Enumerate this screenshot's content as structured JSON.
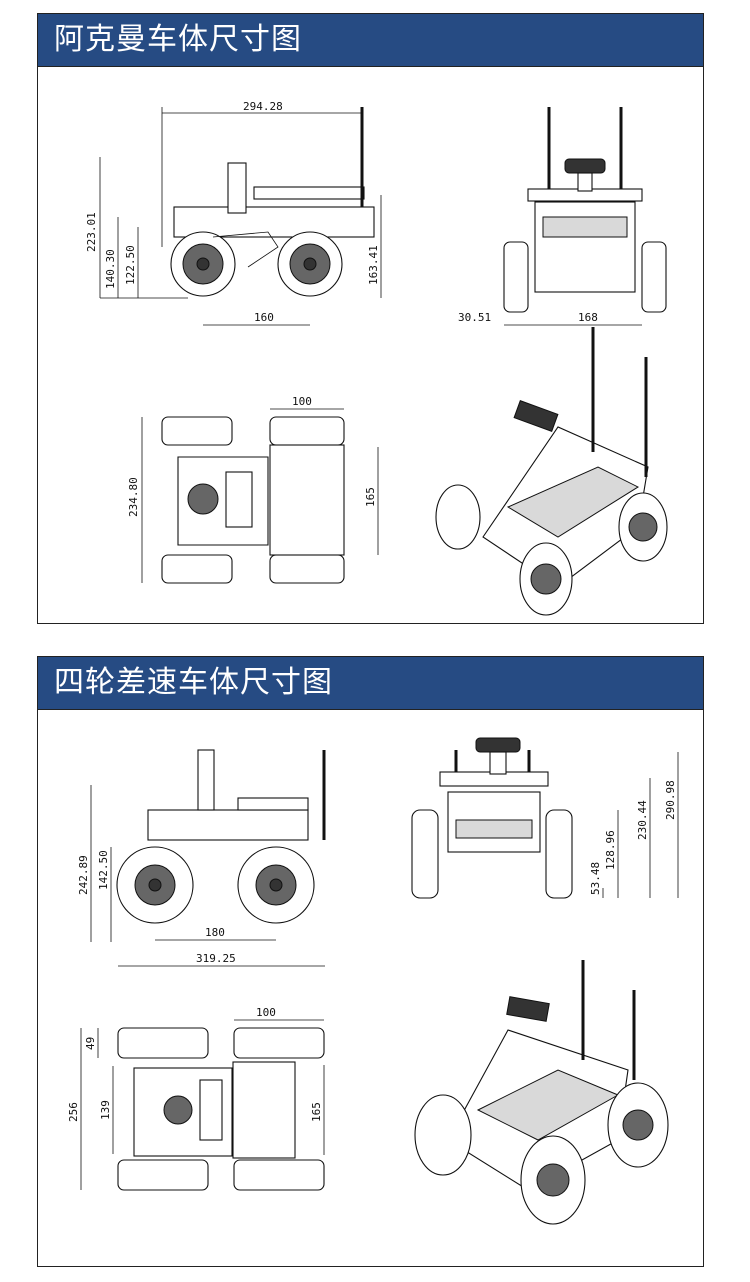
{
  "panels": [
    {
      "title": "阿克曼车体尺寸图",
      "dims": {
        "side_length": "294.28",
        "side_total_height": "223.01",
        "side_height_a": "140.30",
        "side_height_b": "122.50",
        "side_right_height": "163.41",
        "side_wheelbase": "160",
        "front_offset": "30.51",
        "front_track": "168",
        "top_width_short": "100",
        "top_total": "234.80",
        "top_axle": "165"
      }
    },
    {
      "title": "四轮差速车体尺寸图",
      "dims": {
        "side_total_height": "242.89",
        "side_height": "142.50",
        "side_wheelbase": "180",
        "side_length": "319.25",
        "front_h1": "53.48",
        "front_h2": "128.96",
        "front_h3": "230.44",
        "front_h4": "290.98",
        "top_width_short": "100",
        "top_wheel_width": "49",
        "top_total": "256",
        "top_inner": "139",
        "top_axle": "165"
      }
    }
  ]
}
